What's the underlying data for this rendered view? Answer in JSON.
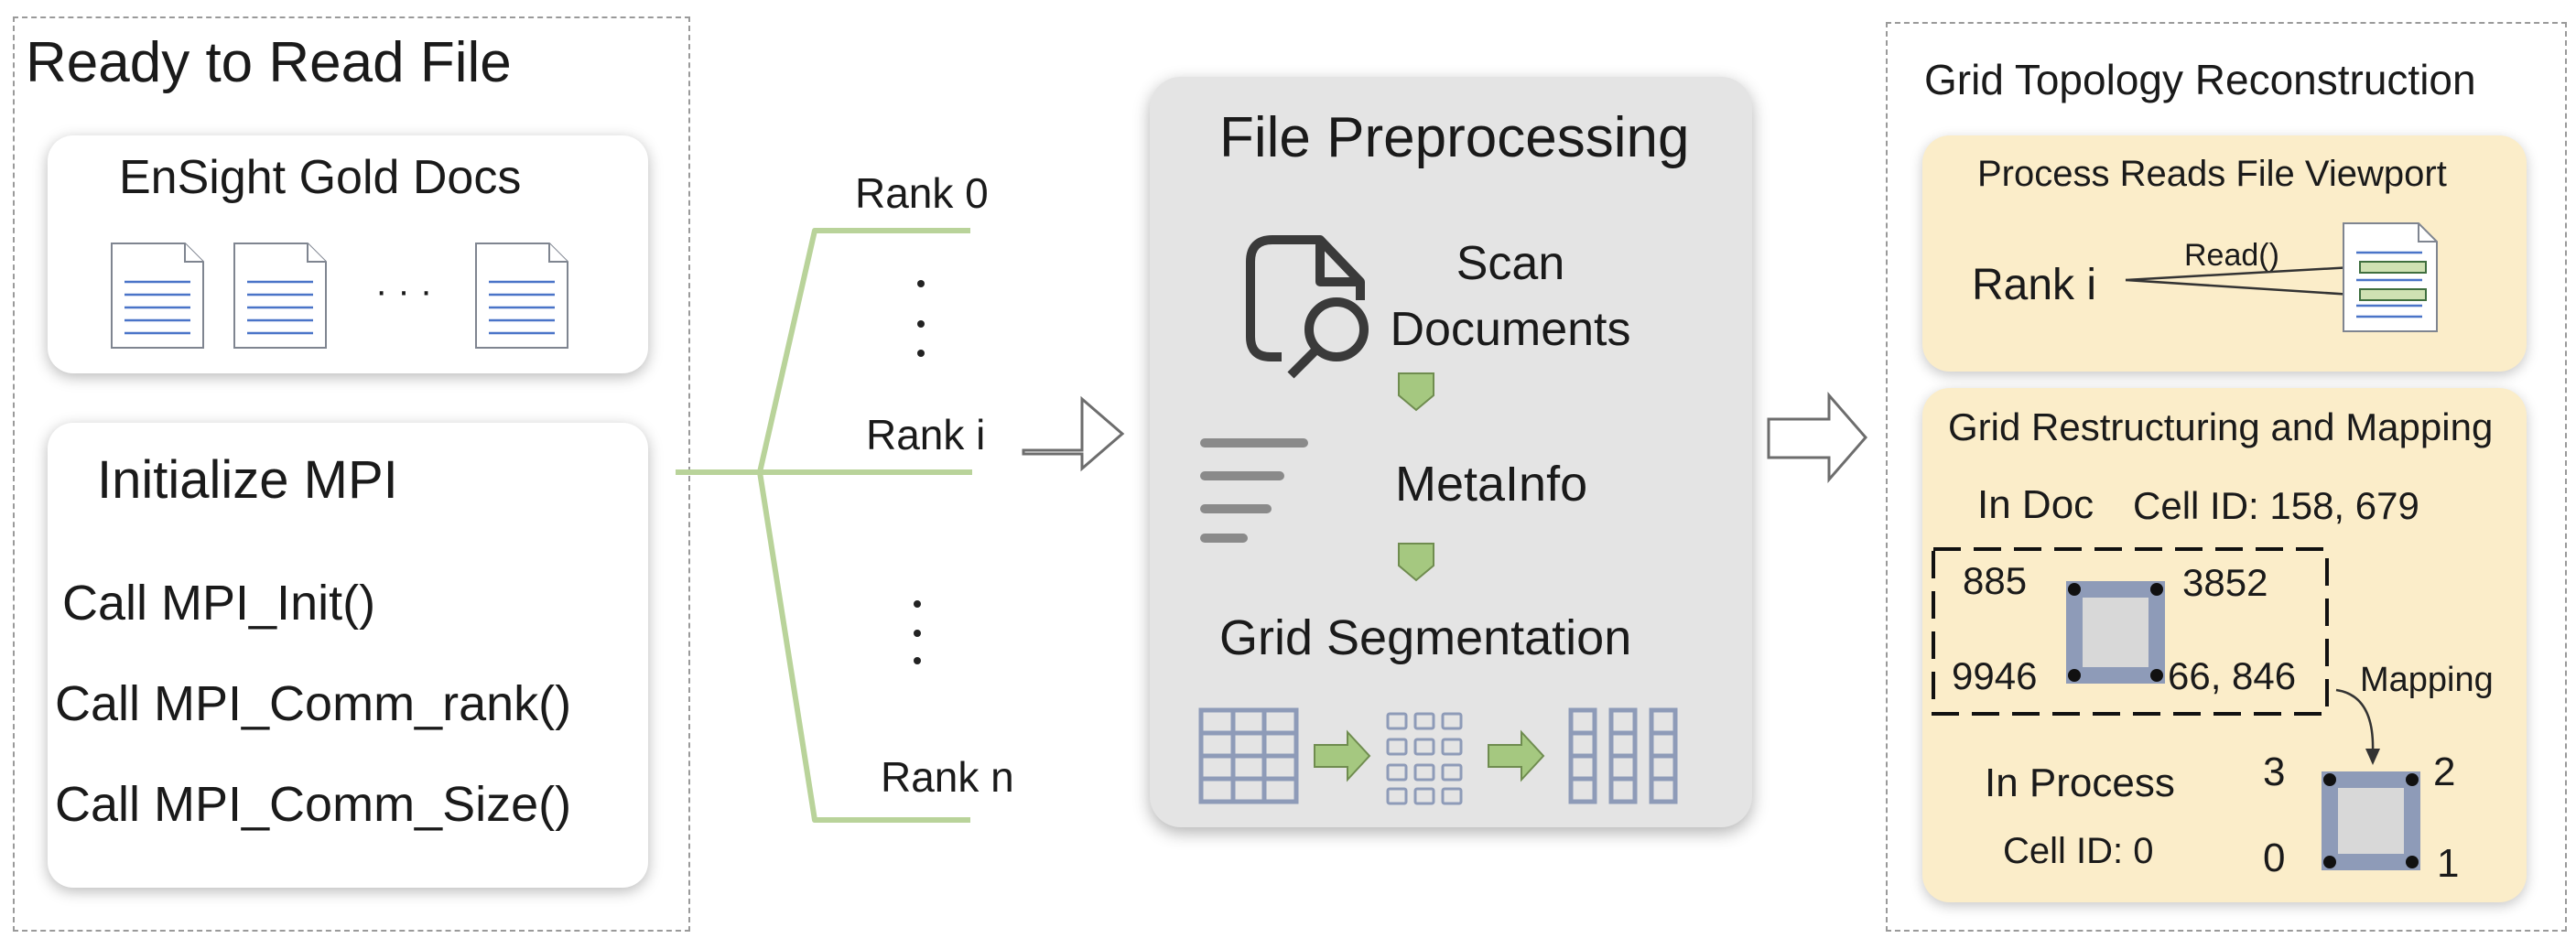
{
  "ready": {
    "title": "Ready to Read File",
    "ensight_title": "EnSight Gold Docs",
    "ellipsis": "· · ·",
    "init_title": "Initialize MPI",
    "calls": [
      "Call MPI_Init()",
      "Call MPI_Comm_rank()",
      "Call MPI_Comm_Size()"
    ]
  },
  "ranks": {
    "rank0": "Rank 0",
    "ranki": "Rank i",
    "rankn": "Rank n"
  },
  "preprocess": {
    "title": "File Preprocessing",
    "scan_line1": "Scan",
    "scan_line2": "Documents",
    "metainfo": "MetaInfo",
    "grid_segmentation": "Grid Segmentation"
  },
  "reconstruction": {
    "title": "Grid Topology Reconstruction",
    "viewport_title": "Process Reads File Viewport",
    "rank_label": "Rank i",
    "read_label": "Read()",
    "restructuring_title": "Grid Restructuring and Mapping",
    "in_doc": "In Doc",
    "cell_id_doc": "Cell ID: 158, 679",
    "node_885": "885",
    "node_3852": "3852",
    "node_9946": "9946",
    "node_66846": "66, 846",
    "mapping": "Mapping",
    "in_process": "In Process",
    "cell_id_process": "Cell ID: 0",
    "local_3": "3",
    "local_2": "2",
    "local_0": "0",
    "local_1": "1"
  },
  "colors": {
    "branch_green": "#b9d39a",
    "arrow_green": "#a5c880",
    "grid_blue": "#8e9bb8",
    "beige": "#fbedc9",
    "panel_gray": "#e4e4e4"
  }
}
